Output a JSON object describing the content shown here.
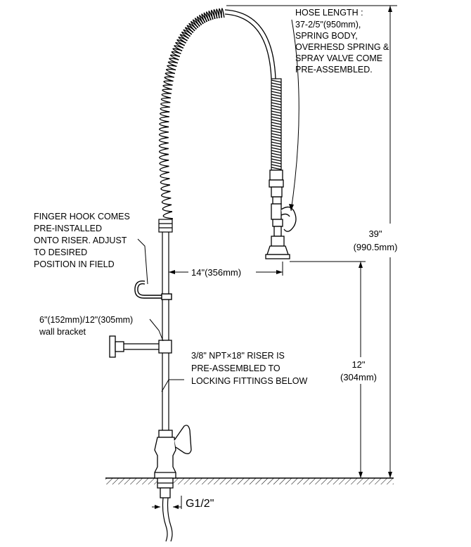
{
  "notes": {
    "hose": [
      "HOSE LENGTH :",
      "37-2/5\"(950mm),",
      "SPRING BODY,",
      "OVERHESD SPRING &",
      "SPRAY VALVE COME",
      "PRE-ASSEMBLED."
    ],
    "finger_hook": [
      "FINGER HOOK COMES",
      "PRE-INSTALLED",
      "ONTO RISER. ADJUST",
      "TO DESIRED",
      "POSITION IN FIELD"
    ],
    "wall_bracket": [
      "6\"(152mm)/12\"(305mm)",
      "wall bracket"
    ],
    "riser": [
      "3/8\" NPT×18\" RISER IS",
      "PRE-ASSEMBLED TO",
      "LOCKING FITTINGS BELOW"
    ]
  },
  "dimensions": {
    "reach": "14\"(356mm)",
    "total_height": [
      "39\"",
      "(990.5mm)"
    ],
    "spray_height": [
      "12\"",
      "(304mm)"
    ],
    "thread": "G1/2\""
  }
}
